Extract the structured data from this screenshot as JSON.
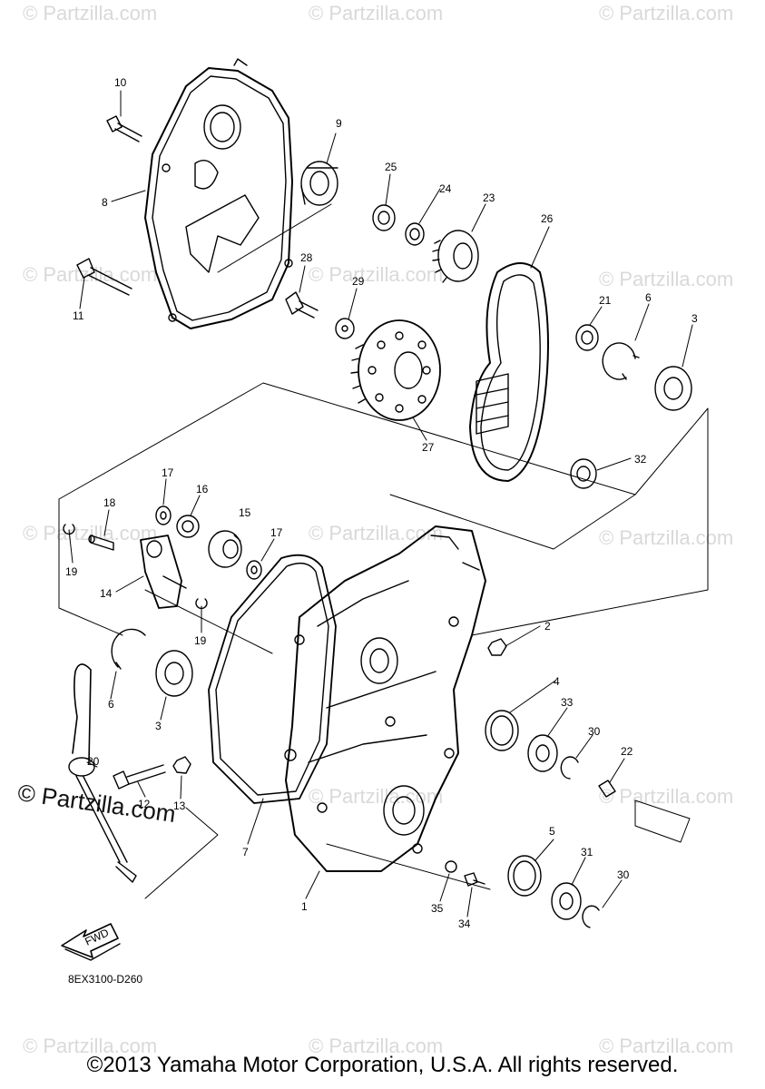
{
  "watermark_text": "© Partzilla.com",
  "brand_mark": "© Partzilla.com",
  "diagram_code": "8EX3100-D260",
  "fwd_label": "FWD",
  "copyright": "©2013 Yamaha Motor Corporation, U.S.A. All rights reserved.",
  "callouts": {
    "c10": "10",
    "c9": "9",
    "c8": "8",
    "c11": "11",
    "c28": "28",
    "c29": "29",
    "c25": "25",
    "c24": "24",
    "c23": "23",
    "c26": "26",
    "c21": "21",
    "c6a": "6",
    "c3a": "3",
    "c27": "27",
    "c32": "32",
    "c17a": "17",
    "c16": "16",
    "c18": "18",
    "c15": "15",
    "c17b": "17",
    "c19a": "19",
    "c14": "14",
    "c19b": "19",
    "c2": "2",
    "c6b": "6",
    "c3b": "3",
    "c4": "4",
    "c33": "33",
    "c30a": "30",
    "c22": "22",
    "c20": "20",
    "c12": "12",
    "c13": "13",
    "c7": "7",
    "c5": "5",
    "c31": "31",
    "c30b": "30",
    "c1": "1",
    "c35": "35",
    "c34": "34"
  }
}
